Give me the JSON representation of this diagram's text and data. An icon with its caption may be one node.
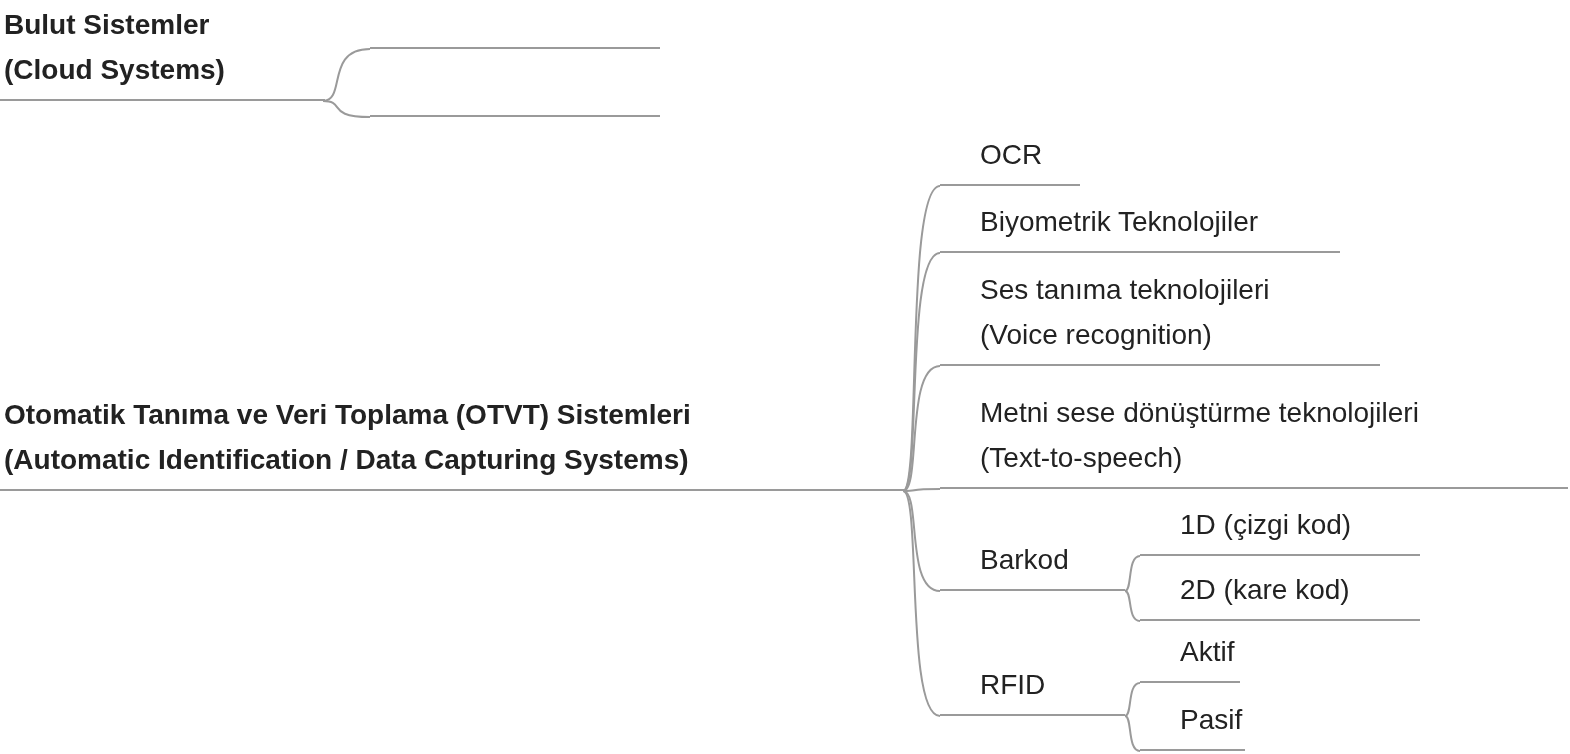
{
  "diagram": {
    "nodes": [
      {
        "text": [
          "Bulut Sistemler (Cloud Systems)"
        ]
      },
      {
        "text": [],
        "shape": "bar"
      },
      {
        "text": [],
        "shape": "bar"
      },
      {
        "text": [
          "Otomatik Tanıma ve Veri Toplama (OTVT) Sistemleri (Automatic Identification / Data Capturing Systems)"
        ]
      },
      {
        "text": [
          "OCR"
        ]
      },
      {
        "text": [
          "Biyometrik Teknolojiler"
        ]
      },
      {
        "text": [
          "Ses tanıma teknolojileri (Voice recognition)"
        ]
      },
      {
        "text": [
          "Metni sese dönüştürme teknolojileri (Text-to-speech)"
        ]
      },
      {
        "text": [
          "Barkod"
        ]
      },
      {
        "text": [
          "1D (çizgi kod)"
        ]
      },
      {
        "text": [
          "2D (kare kod)"
        ]
      },
      {
        "text": [
          "RFID"
        ]
      },
      {
        "text": [
          "Aktif"
        ]
      },
      {
        "text": [
          "Pasif"
        ]
      }
    ],
    "edges": [
      {
        "from": 0,
        "to": 1,
        "arrow": "none"
      },
      {
        "from": 0,
        "to": 2,
        "arrow": "none"
      },
      {
        "from": 3,
        "to": 4,
        "arrow": "none"
      },
      {
        "from": 3,
        "to": 5,
        "arrow": "none"
      },
      {
        "from": 3,
        "to": 6,
        "arrow": "none"
      },
      {
        "from": 3,
        "to": 7,
        "arrow": "none"
      },
      {
        "from": 3,
        "to": 8,
        "arrow": "none"
      },
      {
        "from": 3,
        "to": 11,
        "arrow": "none"
      },
      {
        "from": 8,
        "to": 9,
        "arrow": "none"
      },
      {
        "from": 8,
        "to": 10,
        "arrow": "none"
      },
      {
        "from": 11,
        "to": 12,
        "arrow": "none"
      },
      {
        "from": 11,
        "to": 13,
        "arrow": "none"
      }
    ]
  }
}
